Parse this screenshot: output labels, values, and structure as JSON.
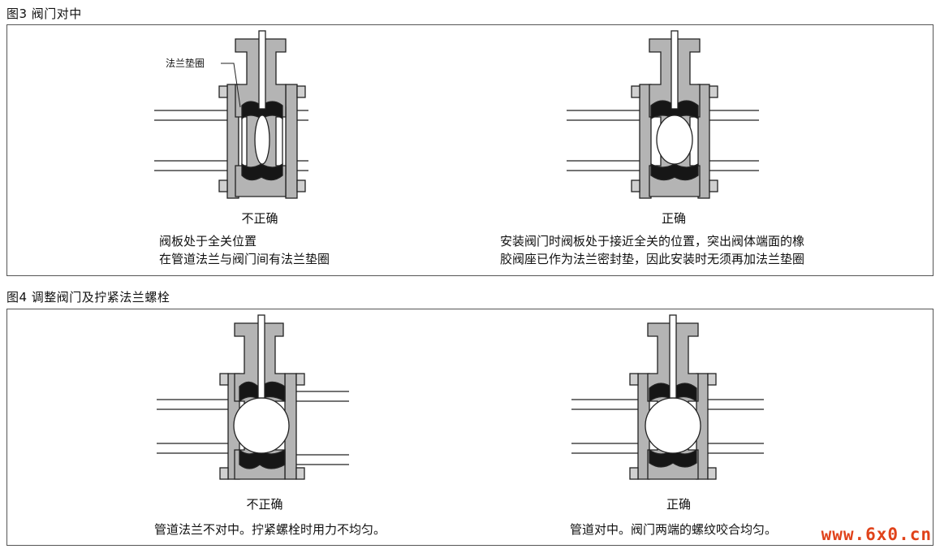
{
  "figures": [
    {
      "title": "图3  阀门对中",
      "left": {
        "caption": "不正确",
        "callout": "法兰垫圈",
        "notes": [
          "阀板处于全关位置",
          "在管道法兰与阀门间有法兰垫圈"
        ]
      },
      "right": {
        "caption": "正确",
        "notes": [
          "安装阀门时阀板处于接近全关的位置，突出阀体端面的橡",
          "胶阀座已作为法兰密封垫，因此安装时无须再加法兰垫圈"
        ]
      }
    },
    {
      "title": "图4  调整阀门及拧紧法兰螺栓",
      "left": {
        "caption": "不正确",
        "notes": [
          "管道法兰不对中。拧紧螺栓时用力不均匀。"
        ]
      },
      "right": {
        "caption": "正确",
        "notes": [
          "管道对中。阀门两端的螺纹咬合均匀。"
        ]
      }
    }
  ],
  "watermark": "www.6x0.cn",
  "colors": {
    "metal": "#b4b4b4",
    "rubber": "#161616",
    "line": "#222222",
    "frame": "#555555"
  }
}
